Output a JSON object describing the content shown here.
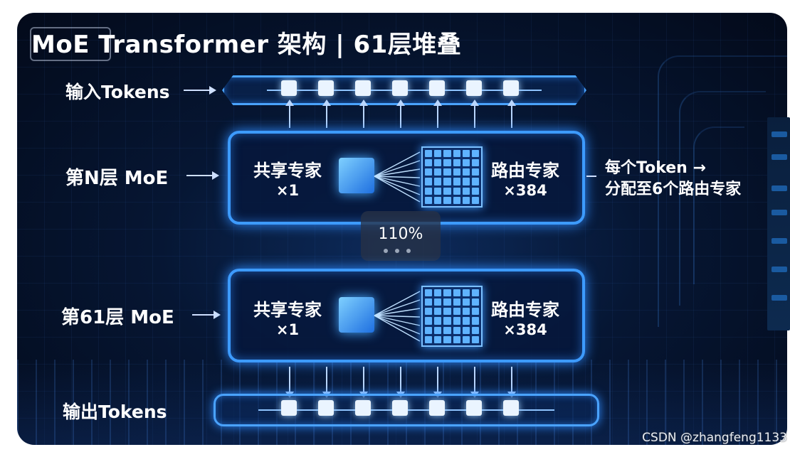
{
  "title": "MoE Transformer 架构 | 61层堆叠",
  "input_label": "输入Tokens",
  "output_label": "输出Tokens",
  "layers": [
    {
      "label": "第N层 MoE",
      "shared_title": "共享专家",
      "shared_count": "×1",
      "routed_title": "路由专家",
      "routed_count": "×384"
    },
    {
      "label": "第61层 MoE",
      "shared_title": "共享专家",
      "shared_count": "×1",
      "routed_title": "路由专家",
      "routed_count": "×384"
    }
  ],
  "routing_note": [
    "每个Token →",
    "分配至6个路由专家"
  ],
  "zoom_level": "110%",
  "watermark": "CSDN @zhangfeng1133",
  "colors": {
    "accent": "#3d9bff",
    "background": "#061633"
  }
}
